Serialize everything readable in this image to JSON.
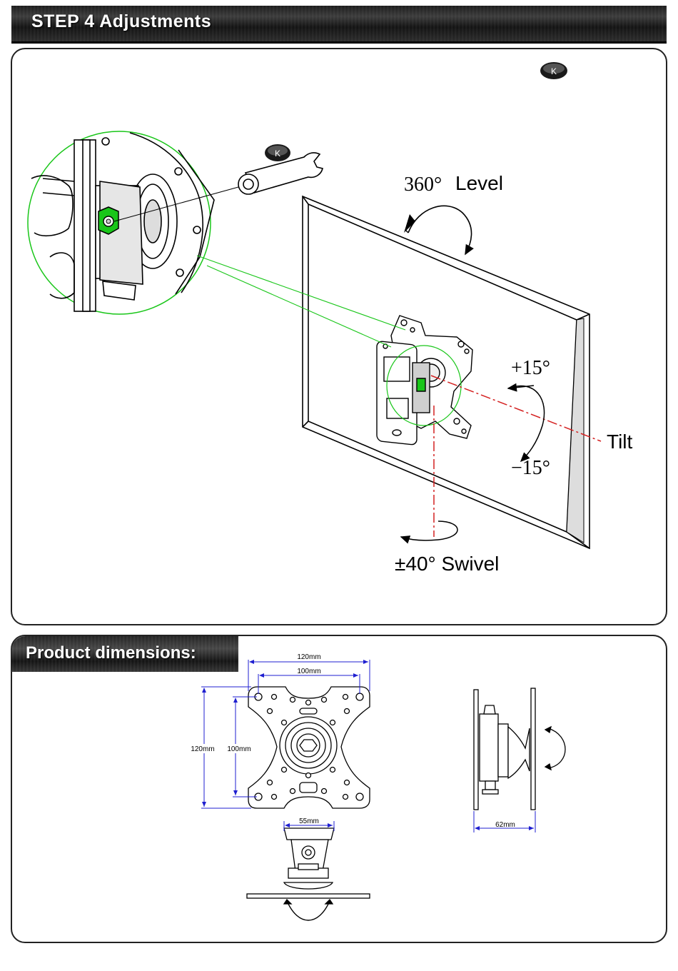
{
  "header": {
    "title": "STEP 4 Adjustments"
  },
  "adjustments": {
    "badge_top": "K",
    "badge_wrench": "K",
    "rotation_value": "360°",
    "rotation_label": "Level",
    "tilt_up": "+15°",
    "tilt_down": "−15°",
    "tilt_label": "Tilt",
    "swivel_label": "±40° Swivel"
  },
  "dimensions": {
    "title": "Product dimensions:",
    "width_outer": "120mm",
    "width_inner": "100mm",
    "height_outer": "120mm",
    "height_inner": "100mm",
    "arm_width": "55mm",
    "depth": "62mm"
  },
  "colors": {
    "accent_green": "#19c619",
    "dash_red": "#d42020",
    "dim_blue": "#1f1fd0"
  }
}
